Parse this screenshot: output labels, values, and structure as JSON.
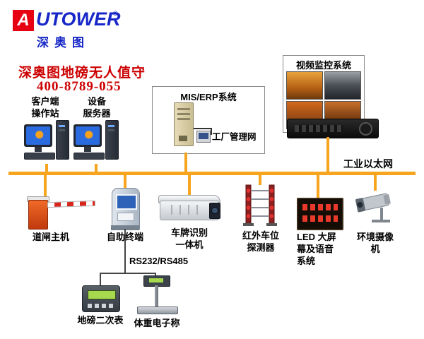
{
  "logo": {
    "initial": "A",
    "brand_rest": "UTOWER",
    "reg": "®",
    "brand_cn": "深奥图"
  },
  "header": {
    "title": "深奥图地磅无人值守",
    "phone": "400-8789-055"
  },
  "nodes": {
    "client_station": "客户端\n操作站",
    "device_server": "设备\n服务器",
    "mis_erp": "MIS/ERP系统",
    "factory_net": "工厂管理网",
    "video_system": "视频监控系统"
  },
  "bus": {
    "label": "工业以太网"
  },
  "devices": {
    "barrier": "道闸主机",
    "kiosk": "自助终端",
    "lpr": "车牌识别\n一体机",
    "infrared": "红外车位\n探测器",
    "led": "LED 大屏\n幕及语音\n系统",
    "env_camera": "环境摄像\n机"
  },
  "serial": {
    "rs": "RS232/RS485",
    "meter": "地磅二次表",
    "scale": "体重电子称"
  },
  "colors": {
    "bus_orange": "#F7A41F",
    "brand_blue": "#1828C8",
    "brand_red": "#E60012",
    "title_red": "#CC0000"
  }
}
